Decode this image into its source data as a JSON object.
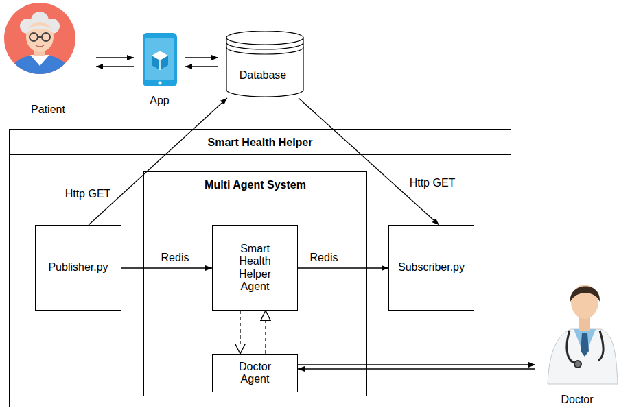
{
  "diagram": {
    "nodes": [
      {
        "text": [
          "Patient"
        ]
      },
      {
        "text": [
          "App"
        ]
      },
      {
        "text": [
          "Database"
        ]
      },
      {
        "text": [
          "Smart Health Helper"
        ]
      },
      {
        "text": [
          "Publisher.py"
        ],
        "in": 3
      },
      {
        "text": [
          "Multi Agent System"
        ],
        "in": 3
      },
      {
        "text": [
          "Smart Health Helper Agent"
        ],
        "in": 5
      },
      {
        "text": [
          "Doctor Agent"
        ],
        "in": 5
      },
      {
        "text": [
          "Subscriber.py"
        ],
        "in": 3
      },
      {
        "text": [
          "Doctor"
        ]
      }
    ],
    "edges": [
      {
        "from": 0,
        "to": 1,
        "arrow": "to"
      },
      {
        "from": 1,
        "to": 0,
        "arrow": "to"
      },
      {
        "from": 1,
        "to": 2,
        "arrow": "to"
      },
      {
        "from": 2,
        "to": 1,
        "arrow": "to"
      },
      {
        "from": 4,
        "to": 2,
        "label": "Http GET",
        "arrow": "to"
      },
      {
        "from": 2,
        "to": 8,
        "label": "Http GET",
        "arrow": "to"
      },
      {
        "from": 4,
        "to": 6,
        "label": "Redis",
        "arrow": "to"
      },
      {
        "from": 6,
        "to": 8,
        "label": "Redis",
        "arrow": "to"
      },
      {
        "from": 6,
        "to": 7,
        "arrow": "to"
      },
      {
        "from": 7,
        "to": 6,
        "arrow": "to"
      },
      {
        "from": 7,
        "to": 9,
        "arrow": "to"
      },
      {
        "from": 9,
        "to": 7,
        "arrow": "to"
      }
    ]
  }
}
